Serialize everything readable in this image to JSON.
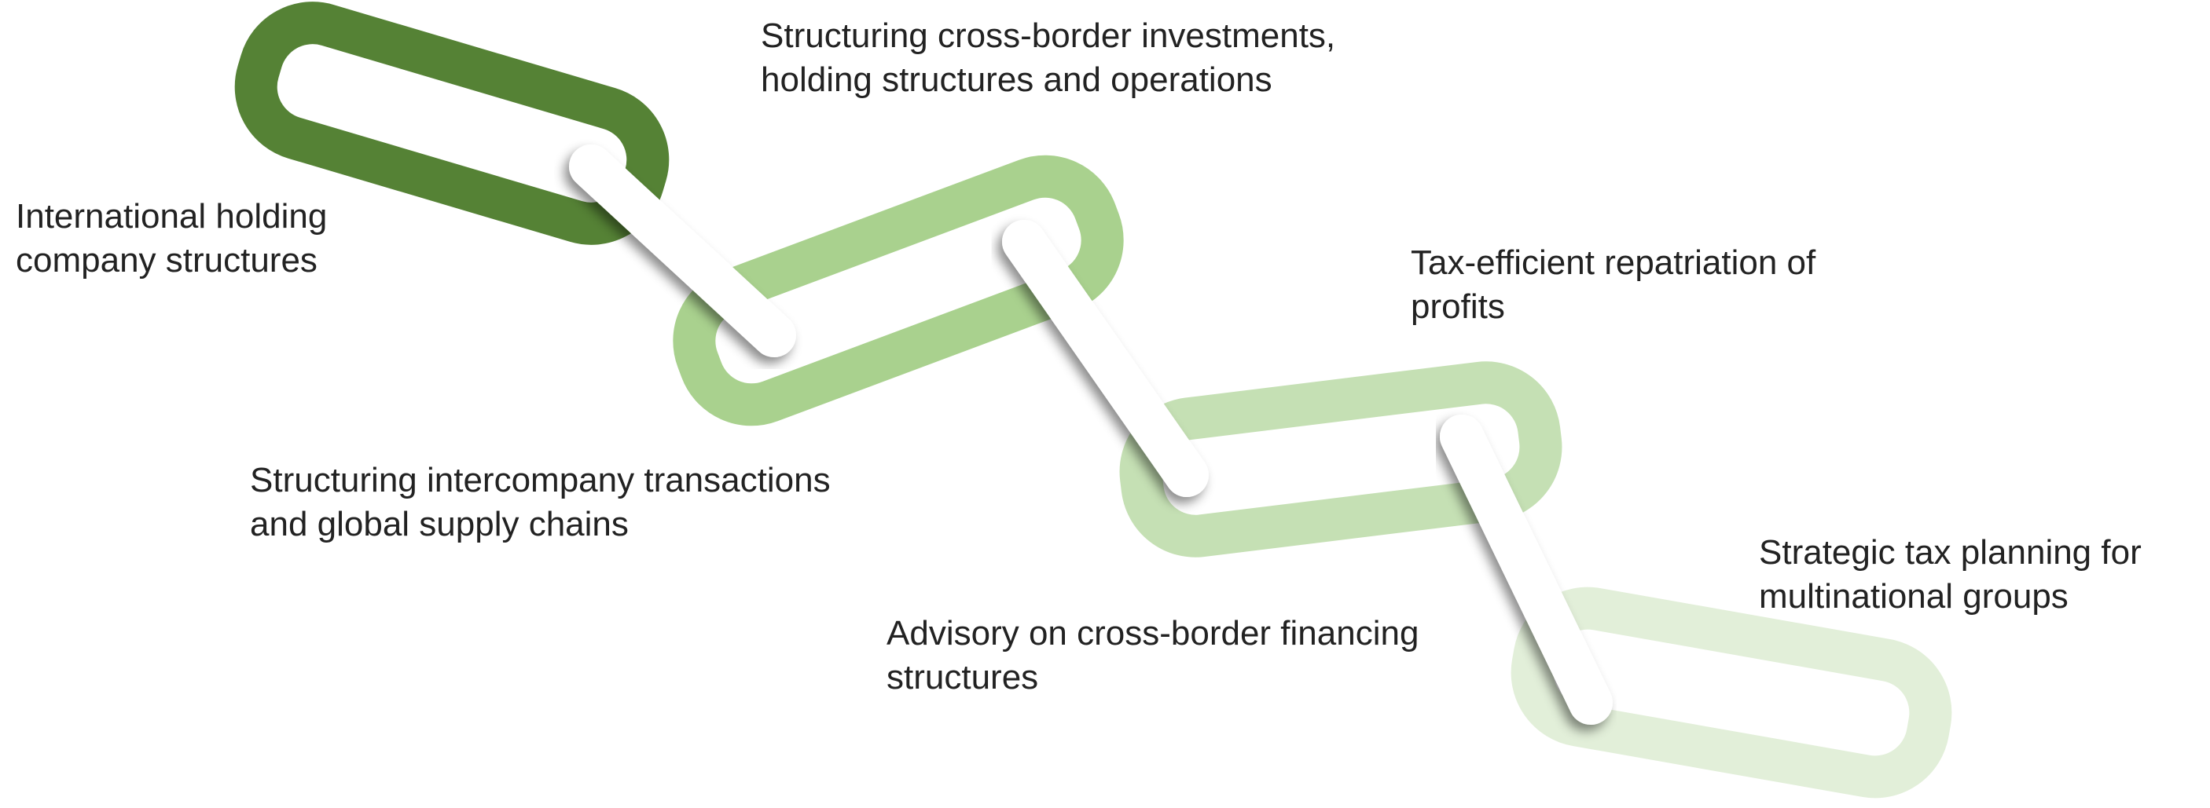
{
  "diagram": {
    "links": [
      {
        "id": "link-1",
        "color": "#558235"
      },
      {
        "id": "link-2",
        "color": "#a9d18e"
      },
      {
        "id": "link-3",
        "color": "#c5e0b4"
      },
      {
        "id": "link-4",
        "color": "#e2efd9"
      }
    ],
    "connector_color": "#ffffff",
    "labels": [
      {
        "line1": "International holding",
        "line2": "company structures"
      },
      {
        "line1": "Structuring cross-border investments,",
        "line2": "holding structures and operations"
      },
      {
        "line1": "Structuring intercompany transactions",
        "line2": "and global supply chains"
      },
      {
        "line1": "Tax-efficient repatriation of",
        "line2": "profits"
      },
      {
        "line1": "Advisory on cross-border financing",
        "line2": "structures"
      },
      {
        "line1": "Strategic tax planning for",
        "line2": "multinational groups"
      }
    ]
  }
}
